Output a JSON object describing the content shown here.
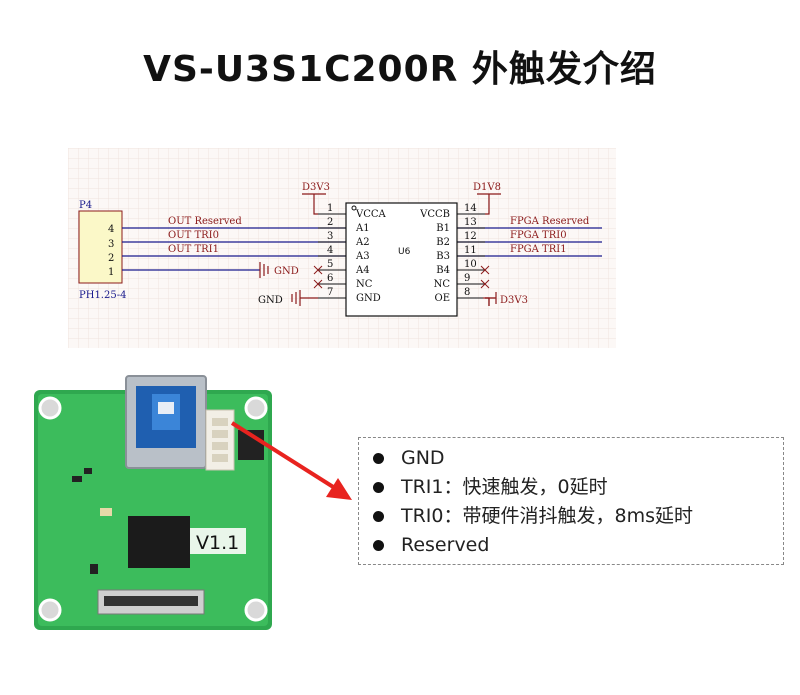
{
  "page": {
    "title": "VS-U3S1C200R 外触发介绍"
  },
  "schematic": {
    "connector": {
      "ref": "P4",
      "footprint": "PH1.25-4",
      "pins": [
        "4",
        "3",
        "2",
        "1"
      ]
    },
    "ic": {
      "ref": "U6",
      "left_pins": [
        {
          "num": "1",
          "name": "VCCA"
        },
        {
          "num": "2",
          "name": "A1"
        },
        {
          "num": "3",
          "name": "A2"
        },
        {
          "num": "4",
          "name": "A3"
        },
        {
          "num": "5",
          "name": "A4"
        },
        {
          "num": "6",
          "name": "NC"
        },
        {
          "num": "7",
          "name": "GND"
        }
      ],
      "right_pins": [
        {
          "num": "14",
          "name": "VCCB"
        },
        {
          "num": "13",
          "name": "B1"
        },
        {
          "num": "12",
          "name": "B2"
        },
        {
          "num": "11",
          "name": "B3"
        },
        {
          "num": "10",
          "name": "B4"
        },
        {
          "num": "9",
          "name": "NC"
        },
        {
          "num": "8",
          "name": "OE"
        }
      ]
    },
    "net_labels": {
      "out_reserved": "OUT  Reserved",
      "out_tri0": "OUT  TRI0",
      "out_tri1": "OUT  TRI1",
      "fpga_reserved": "FPGA  Reserved",
      "fpga_tri0": "FPGA  TRI0",
      "fpga_tri1": "FPGA  TRI1"
    },
    "power": {
      "vcca": "D3V3",
      "vccb": "D1V8",
      "oe": "D3V3",
      "gnd1": "GND",
      "gnd2": "GND"
    }
  },
  "board": {
    "silkscreen": "V1.1"
  },
  "callout": {
    "items": [
      "GND",
      "TRI1：快速触发，0延时",
      "TRI0：带硬件消抖触发，8ms延时",
      "Reserved"
    ]
  },
  "colors": {
    "net_wire": "#1a1a8c",
    "component": "#8b1a1a",
    "arrow": "#e8231f",
    "pcb": "#2fa84f"
  }
}
